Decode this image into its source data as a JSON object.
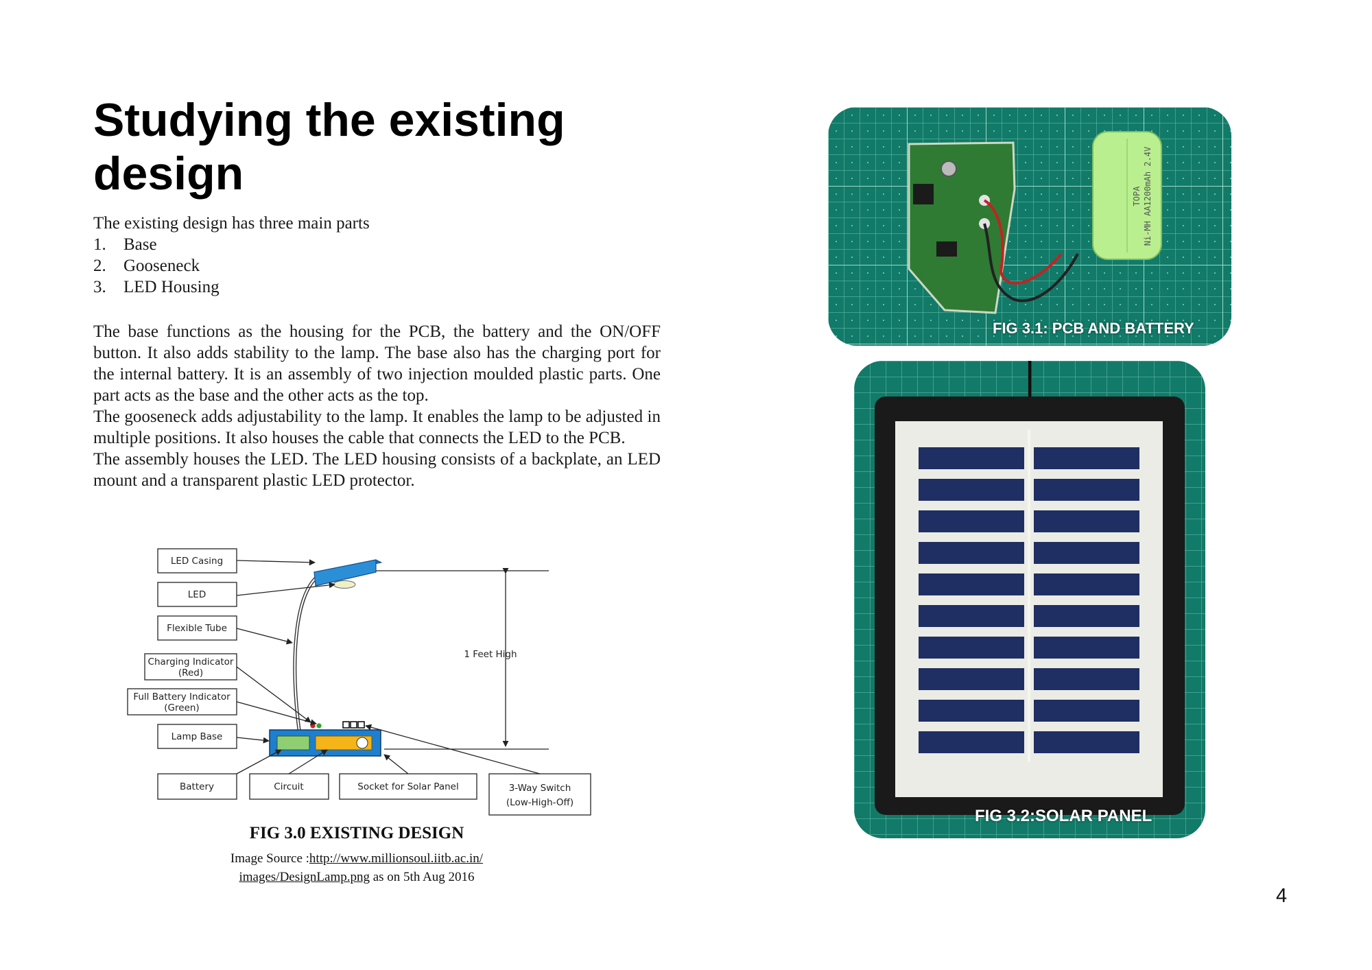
{
  "page": {
    "title": "Studying the existing design",
    "intro": "The existing design has three main parts",
    "parts": [
      {
        "num": "1.",
        "label": "Base"
      },
      {
        "num": "2.",
        "label": "Gooseneck"
      },
      {
        "num": "3.",
        "label": "LED Housing"
      }
    ],
    "paragraphs": [
      "The base functions as the housing for the PCB, the battery and the ON/OFF button. It also adds stability to the lamp. The base also has the charging port for the internal battery. It is an assembly of two injection moulded plastic parts. One part acts as the base and the other acts as the top.",
      "The gooseneck adds adjustability to the lamp. It enables the lamp to be adjusted in multiple positions. It also houses the cable that connects the LED to the PCB.",
      "The assembly houses the LED. The LED housing consists of a backplate, an LED mount and a transparent plastic LED protector."
    ],
    "page_number": "4"
  },
  "diagram": {
    "labels": {
      "led_casing": "LED Casing",
      "led": "LED",
      "flexible_tube": "Flexible Tube",
      "charging_indicator_1": "Charging Indicator",
      "charging_indicator_2": "(Red)",
      "full_battery_1": "Full Battery Indicator",
      "full_battery_2": "(Green)",
      "lamp_base": "Lamp Base",
      "battery": "Battery",
      "circuit": "Circuit",
      "socket": "Socket for Solar Panel",
      "switch_1": "3-Way Switch",
      "switch_2": "(Low-High-Off)",
      "height": "1 Feet High"
    },
    "caption": "FIG 3.0 EXISTING DESIGN",
    "source_prefix": "Image Source :",
    "source_link_1": "http://www.millionsoul.iitb.ac.in/",
    "source_link_2": "images/DesignLamp.png",
    "source_suffix": " as on 5th Aug 2016"
  },
  "photos": {
    "pcb_caption": "FIG 3.1: PCB AND BATTERY",
    "solar_caption": "FIG 3.2:SOLAR PANEL",
    "battery_print_1": "TOPA",
    "battery_print_2": "Ni-MH AA1200mAh 2.4V"
  },
  "colors": {
    "mat_green": "#127a68",
    "led_casing_blue": "#2b8fd8",
    "lamp_base_blue": "#1e7fcf",
    "battery_green": "#8fcf72",
    "circuit_yellow": "#f5b418",
    "pcb_green": "#2f7b33",
    "cell_blue": "#1f2f63",
    "battery_pack": "#b9ef8f"
  }
}
